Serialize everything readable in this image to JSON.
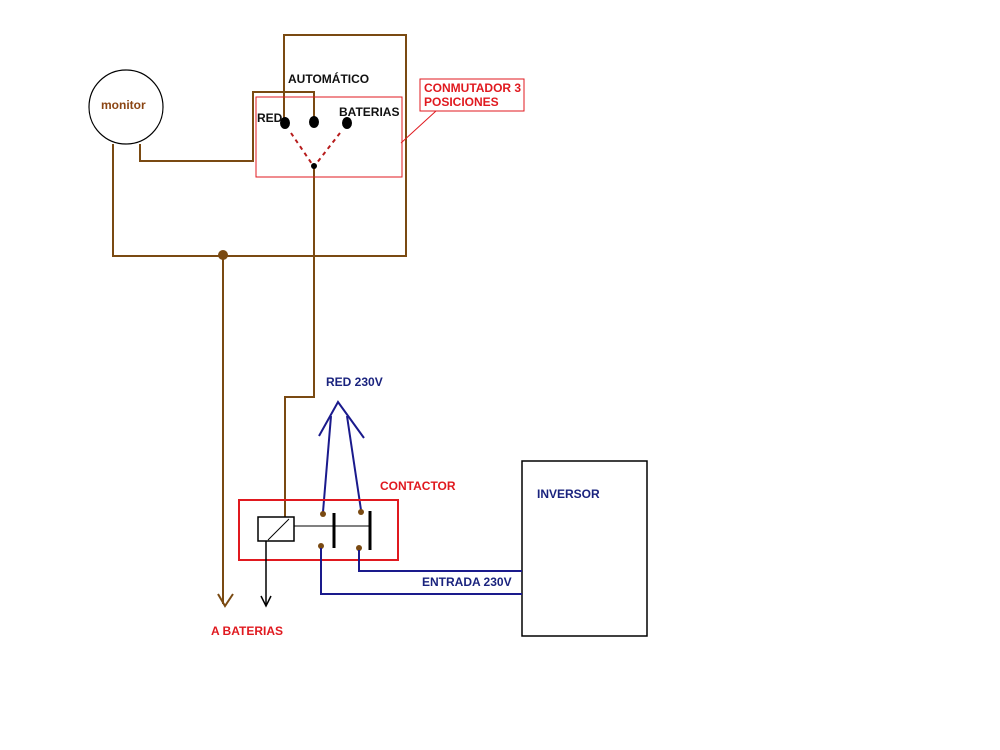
{
  "labels": {
    "monitor": "monitor",
    "automatico": "AUTOMÁTICO",
    "red": "RED",
    "baterias": "BATERIAS",
    "conmutador_line1": "CONMUTADOR 3",
    "conmutador_line2": "POSICIONES",
    "red_230v": "RED 230V",
    "contactor": "CONTACTOR",
    "inversor": "INVERSOR",
    "entrada_230v": "ENTRADA 230V",
    "a_baterias": "A BATERIAS"
  },
  "colors": {
    "wire_brown": "#7a4a12",
    "wire_blue": "#1a1a8c",
    "label_red": "#e0191f",
    "label_blue": "#1a237e",
    "switch_dashed": "#b71c1c"
  }
}
